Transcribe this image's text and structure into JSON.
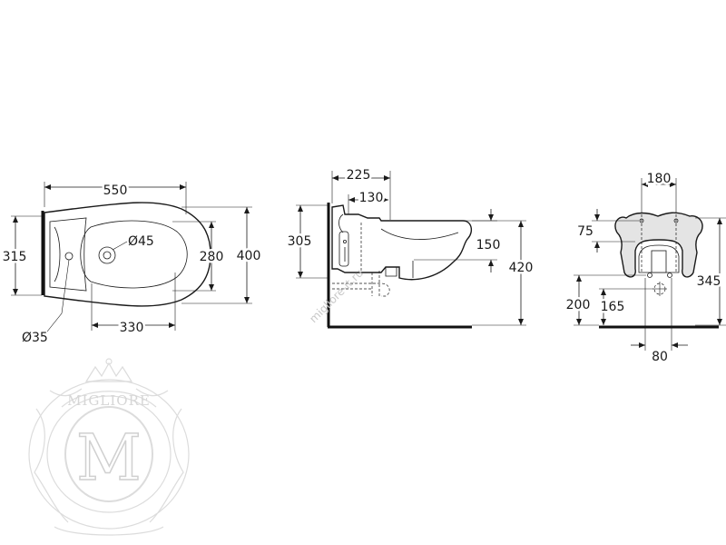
{
  "top_view": {
    "dim_width": "550",
    "dim_depth": "400",
    "dim_left": "315",
    "dim_bowl": "280",
    "dim_bottom": "330",
    "dim_hole": "Ø45",
    "dim_drain": "Ø35"
  },
  "side_view": {
    "dim_top": "225",
    "dim_inner": "130",
    "dim_height_left": "305",
    "dim_rim": "150",
    "dim_total_height": "420"
  },
  "front_view": {
    "dim_top": "180",
    "dim_left_small": "75",
    "dim_right": "345",
    "dim_left_tall": "200",
    "dim_mid": "165",
    "dim_bottom": "80"
  },
  "watermark": {
    "site_text": "migliore-it.ru",
    "logo_text": "MIGLIORE",
    "logo_letter": "M"
  },
  "colors": {
    "line": "#1a1a1a",
    "watermark": "#d6d6d6"
  }
}
